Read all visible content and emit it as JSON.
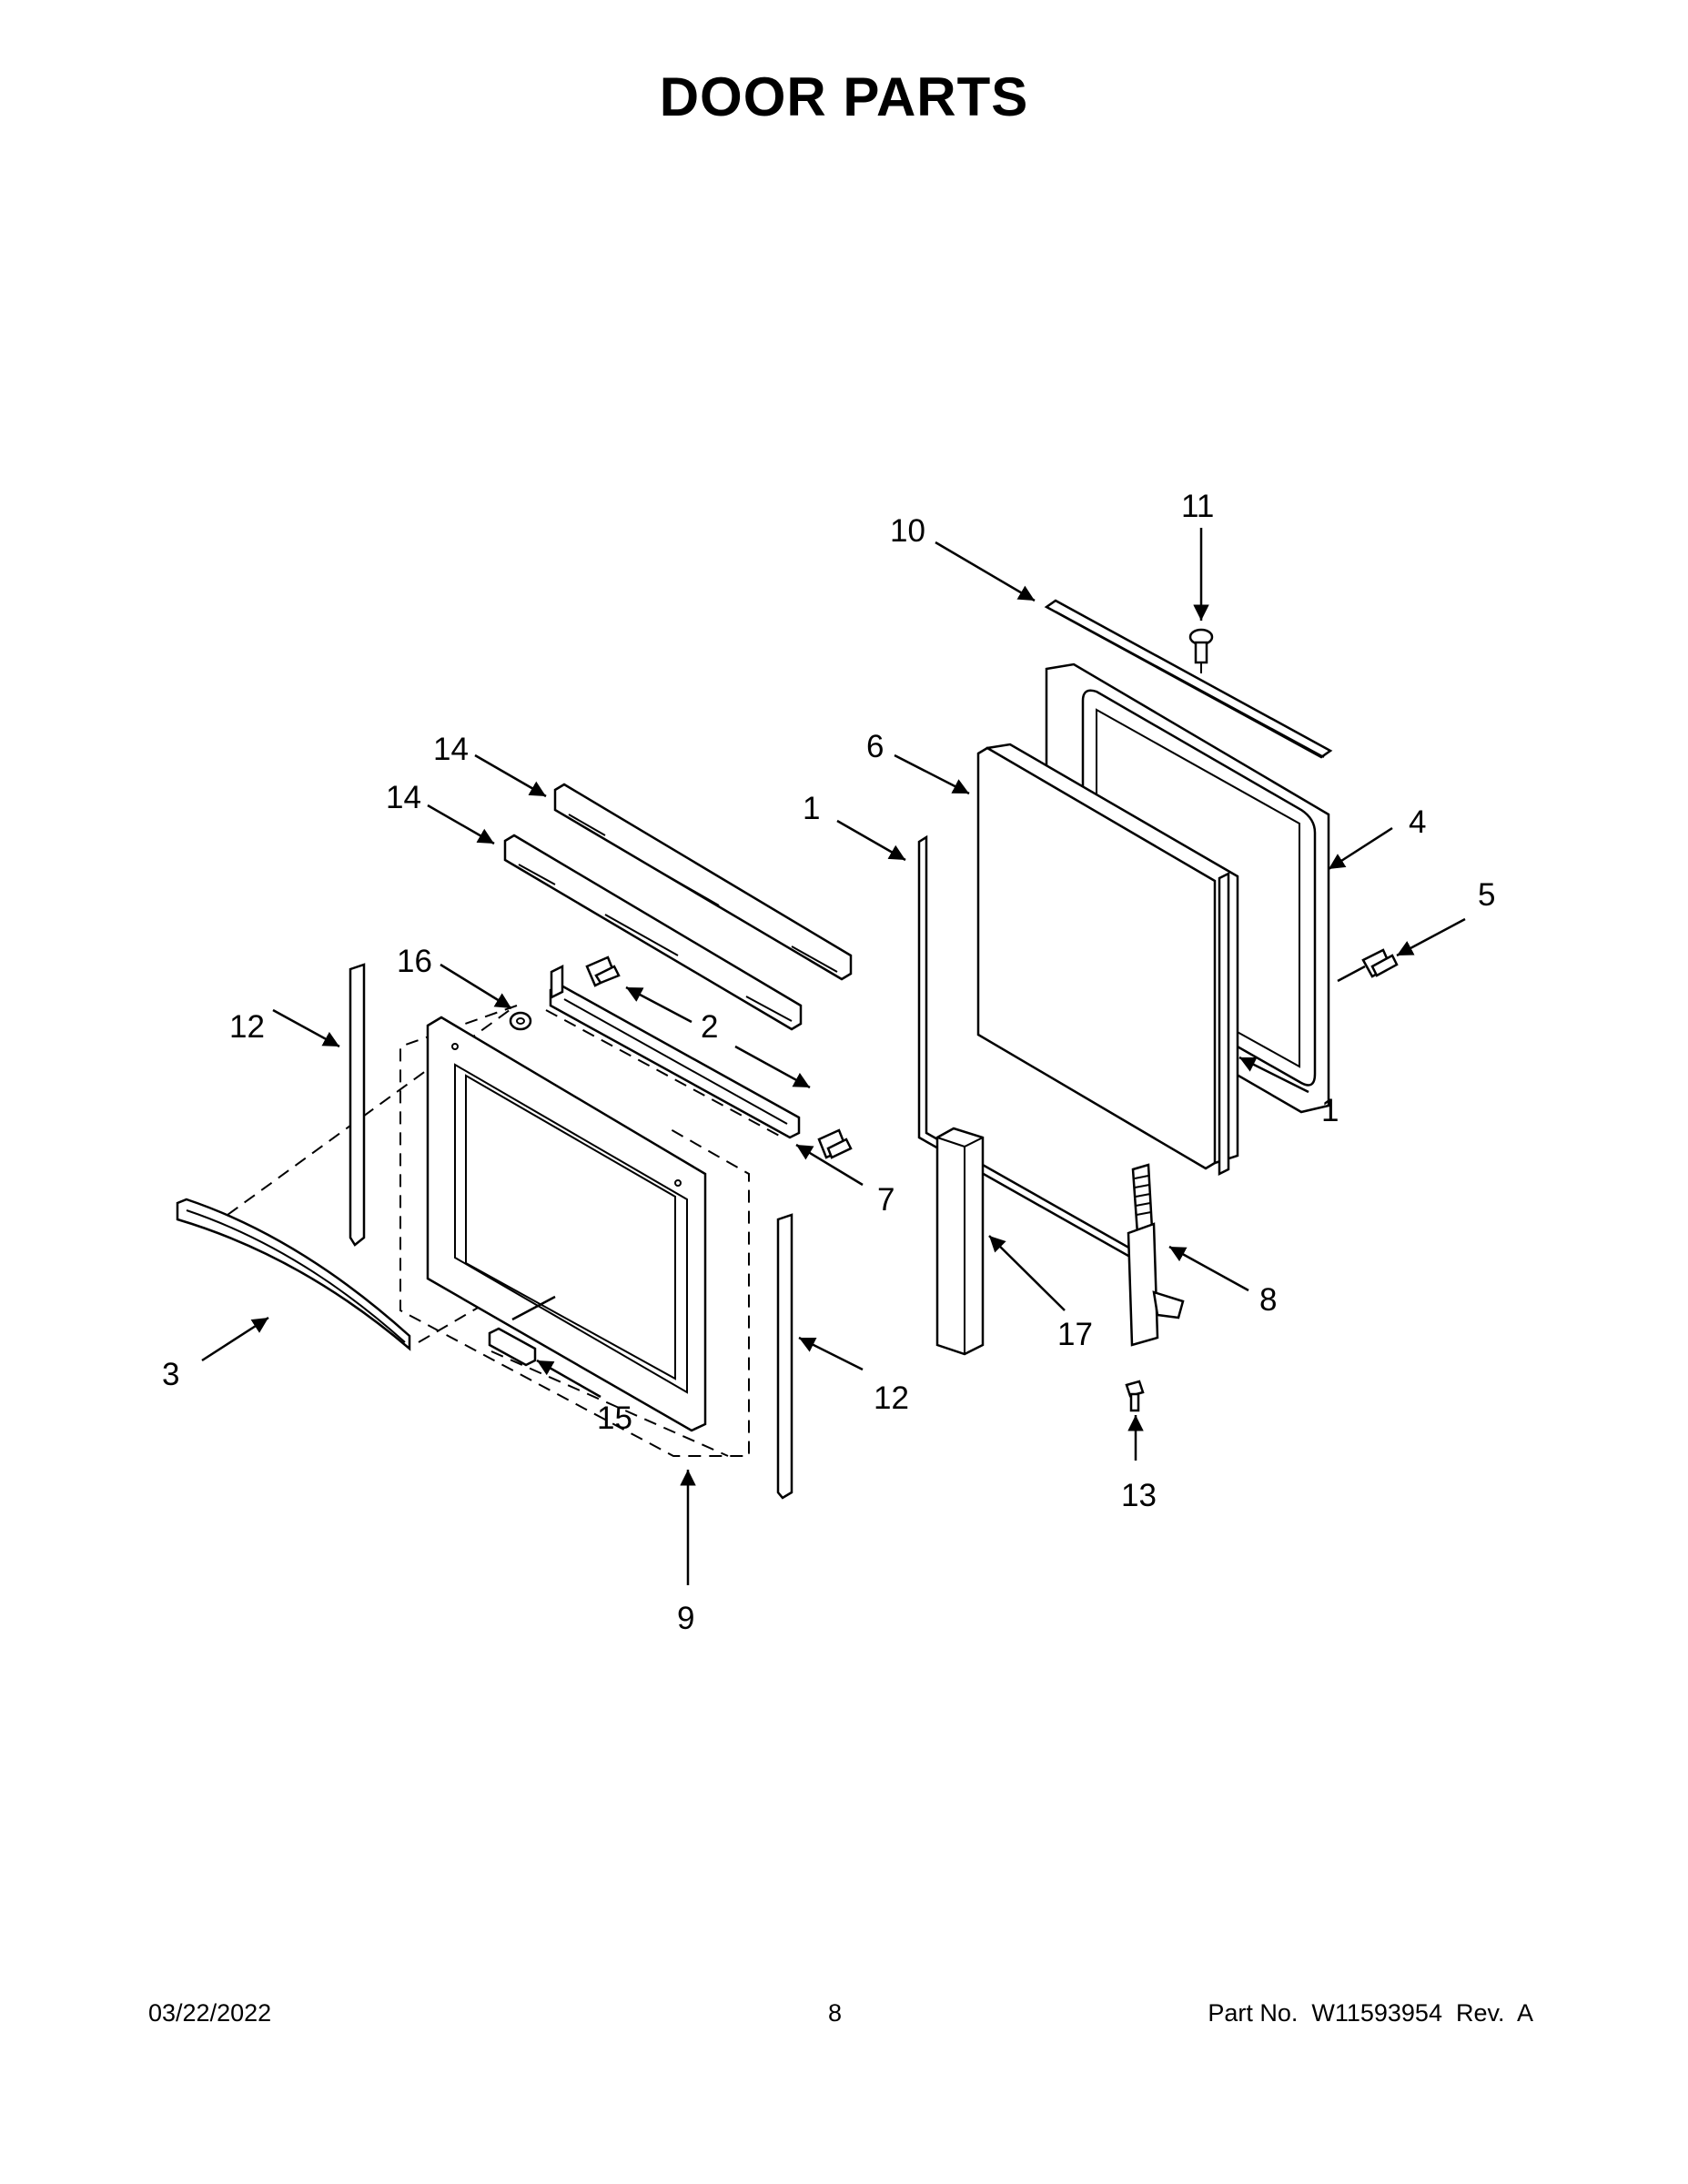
{
  "title": "DOOR PARTS",
  "callouts": [
    {
      "id": "c1a",
      "text": "1"
    },
    {
      "id": "c1b",
      "text": "1"
    },
    {
      "id": "c2",
      "text": "2"
    },
    {
      "id": "c3",
      "text": "3"
    },
    {
      "id": "c4",
      "text": "4"
    },
    {
      "id": "c5",
      "text": "5"
    },
    {
      "id": "c6",
      "text": "6"
    },
    {
      "id": "c7",
      "text": "7"
    },
    {
      "id": "c8",
      "text": "8"
    },
    {
      "id": "c9",
      "text": "9"
    },
    {
      "id": "c10",
      "text": "10"
    },
    {
      "id": "c11",
      "text": "11"
    },
    {
      "id": "c12a",
      "text": "12"
    },
    {
      "id": "c12b",
      "text": "12"
    },
    {
      "id": "c13",
      "text": "13"
    },
    {
      "id": "c14a",
      "text": "14"
    },
    {
      "id": "c14b",
      "text": "14"
    },
    {
      "id": "c15",
      "text": "15"
    },
    {
      "id": "c16",
      "text": "16"
    },
    {
      "id": "c17",
      "text": "17"
    }
  ],
  "footer": {
    "date": "03/22/2022",
    "page": "8",
    "part_number": "Part No.  W11593954  Rev.  A"
  }
}
